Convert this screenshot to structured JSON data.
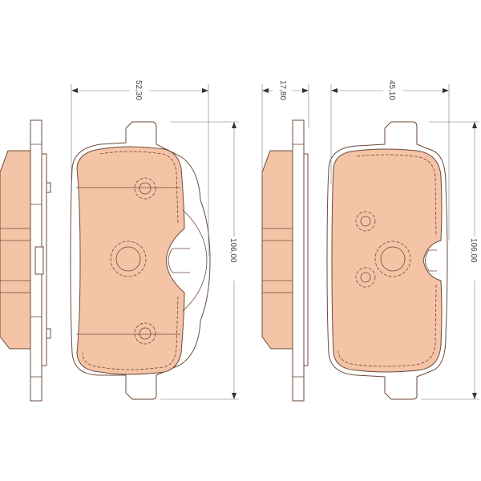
{
  "dimensions": {
    "left_pad_width": "52,30",
    "left_pad_height": "106,00",
    "side_thickness": "17,80",
    "right_pad_width": "45,10",
    "right_pad_height": "106,00"
  },
  "colors": {
    "friction_material": "#f5c3a6",
    "outline": "#6b4a3a"
  }
}
